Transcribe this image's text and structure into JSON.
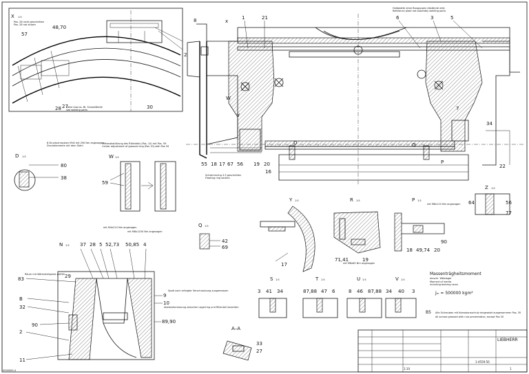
{
  "views": {
    "x": {
      "label": "X",
      "scale": "1:5",
      "note1": "Pos. 28 nicht geschnitten",
      "note2": "Pos. 28 not shown",
      "dim": "48,70",
      "n57": "57",
      "n27": "27",
      "n28": "28",
      "n30": "30",
      "bottom_note": "siehe Lkonus -Bl. Schweißteile",
      "bottom_note2": "see welding parts"
    },
    "main": {
      "dims_top": "x",
      "note_top": "Halbplatte ohne Bauguppen Abstände wird.",
      "note_top2": "Reference plate not assembly welding parts",
      "nums_top": [
        "8",
        "2",
        "1",
        "21",
        "6",
        "3",
        "5"
      ],
      "nums_bottom": [
        "55",
        "18",
        "17",
        "67",
        "56",
        "Y",
        "19",
        "20",
        "D",
        "16",
        "Q",
        "P",
        "22",
        "34",
        "W",
        "7"
      ],
      "note_bottom": "Schwimmring 4.5 geschnitten",
      "note_bottom2": "Floating ring section"
    },
    "d": {
      "label": "D",
      "scale": "1:5",
      "note": "8 Druckschrauben M16 mit 290 Nm angezogen",
      "note2": "Druckelemente mit dem Stahl",
      "n80": "80",
      "n38": "38"
    },
    "w": {
      "label": "W",
      "scale": "1:5",
      "note": "Mittenabstützung des Rillenteils (Pos. 10) mit Pos. 59",
      "note2": "Center adjustment of grooved ring (Pos 10) with Pos 59",
      "n59": "59"
    },
    "q": {
      "label": "Q",
      "scale": "1:5",
      "n42": "42",
      "n69": "69"
    },
    "y": {
      "label": "Y",
      "scale": "1:5",
      "n17": "17"
    },
    "r": {
      "label": "R",
      "scale": "1:5",
      "n71": "71,41",
      "n19": "19",
      "note": "mit M8x60 Nm angezogen"
    },
    "p": {
      "label": "P",
      "scale": "1:5",
      "note": "mit M8x110 Nm angezogen",
      "nums": [
        "18",
        "49,74",
        "20",
        "90"
      ]
    },
    "z": {
      "label": "Z",
      "scale": "1:5",
      "n64": "64",
      "n56": "56",
      "n77": "77"
    },
    "n": {
      "label": "N",
      "scale": "1:5",
      "nums_top": [
        "37",
        "28",
        "5",
        "52,73",
        "50,85",
        "4"
      ],
      "note1": "mit M4x210 Nm angezogen",
      "note2": "mit M8x1200 Nm angezogen",
      "left_nums": [
        "83",
        "29",
        "B",
        "32",
        "90",
        "2",
        "11"
      ],
      "right_nums": [
        "9",
        "10",
        "89,90"
      ],
      "note3": "Räum mit Wärmeleitpaste gefüllt",
      "note4": "Abstandsmessung zwischen Lagerring und Rillenteil beachten",
      "note5": "Spalt nach erfolgter Verschraubung ausgemessen"
    },
    "a": {
      "label": "A–A",
      "n33": "33",
      "n27": "27"
    },
    "s": {
      "label": "S",
      "scale": "1:5",
      "nums": [
        "3",
        "41",
        "34"
      ]
    },
    "t": {
      "label": "T",
      "scale": "1:5",
      "nums": [
        "87,88",
        "47",
        "6"
      ]
    },
    "u": {
      "label": "U",
      "scale": "1:5",
      "nums": [
        "8",
        "46",
        "87,88"
      ]
    },
    "v": {
      "label": "V",
      "scale": "1:5",
      "nums": [
        "34",
        "40",
        "3"
      ]
    }
  },
  "notes": {
    "moment_title": "Massenträgheitsmoment",
    "moment_line2": "einschl. Wälzlager",
    "moment_line3": "Moment of inertia",
    "moment_line4": "including bearing races",
    "moment_value": "Jₘ = 500000 kgm²",
    "b5_code": "B5",
    "b5_text": "Alle Schrauben mit Korrosionsschutz eingesetzt ausgenommen Pos. 30",
    "b5_text2": "All screws greased with rust preventative, except Pos 30"
  },
  "title_block": {
    "company": "LIEBHERR",
    "drawing_no": "1-4559-50",
    "scale": "1:10",
    "sheet": "1",
    "doc_id": "0000000-4"
  }
}
